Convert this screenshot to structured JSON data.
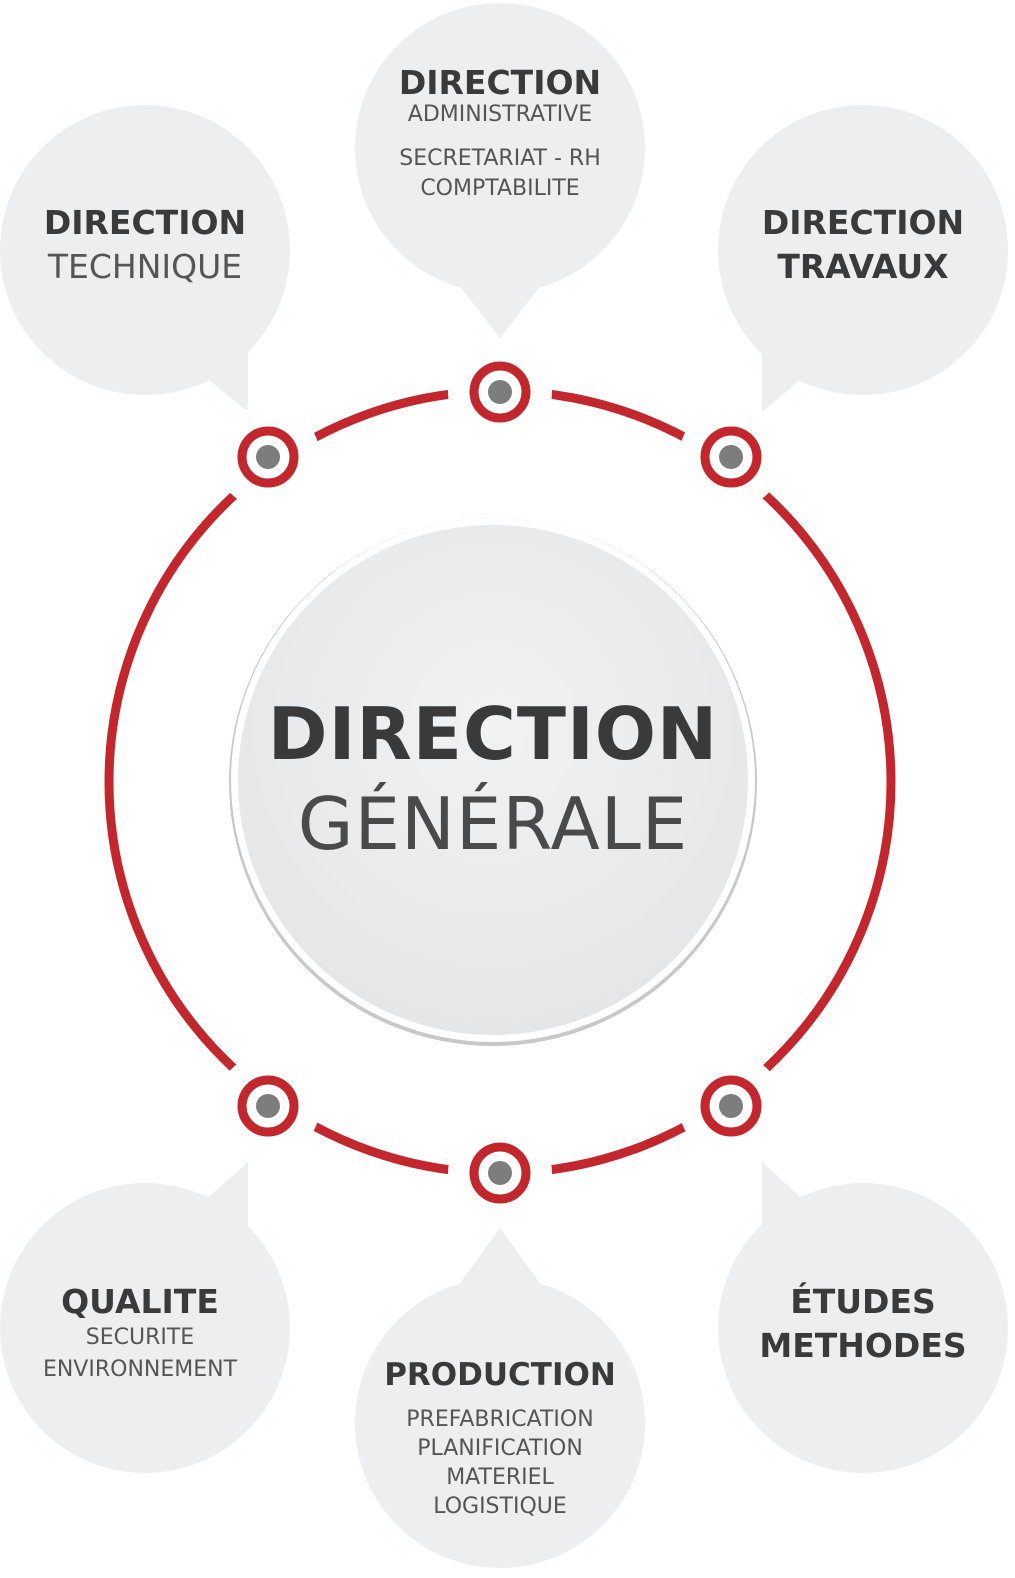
{
  "colors": {
    "ring": "#c1272d",
    "bubble": "#eceeef",
    "dot": "#7d7d7d",
    "text_dark": "#3a3a3a",
    "text_light": "#555555"
  },
  "center": {
    "line1": "DIRECTION",
    "line2": "GÉNÉRALE"
  },
  "bubbles": {
    "administrative": {
      "title": "DIRECTION",
      "subtitle": "ADMINISTRATIVE",
      "details": [
        "SECRETARIAT - RH",
        "COMPTABILITE"
      ]
    },
    "technique": {
      "title": "DIRECTION",
      "subtitle": "TECHNIQUE"
    },
    "travaux": {
      "title": "DIRECTION",
      "title2": "TRAVAUX"
    },
    "qualite": {
      "title": "QUALITE",
      "details": [
        "SECURITE",
        "ENVIRONNEMENT"
      ]
    },
    "production": {
      "title": "PRODUCTION",
      "details": [
        "PREFABRICATION",
        "PLANIFICATION",
        "MATERIEL",
        "LOGISTIQUE"
      ]
    },
    "etudes": {
      "title": "ÉTUDES",
      "title2": "METHODES"
    }
  }
}
